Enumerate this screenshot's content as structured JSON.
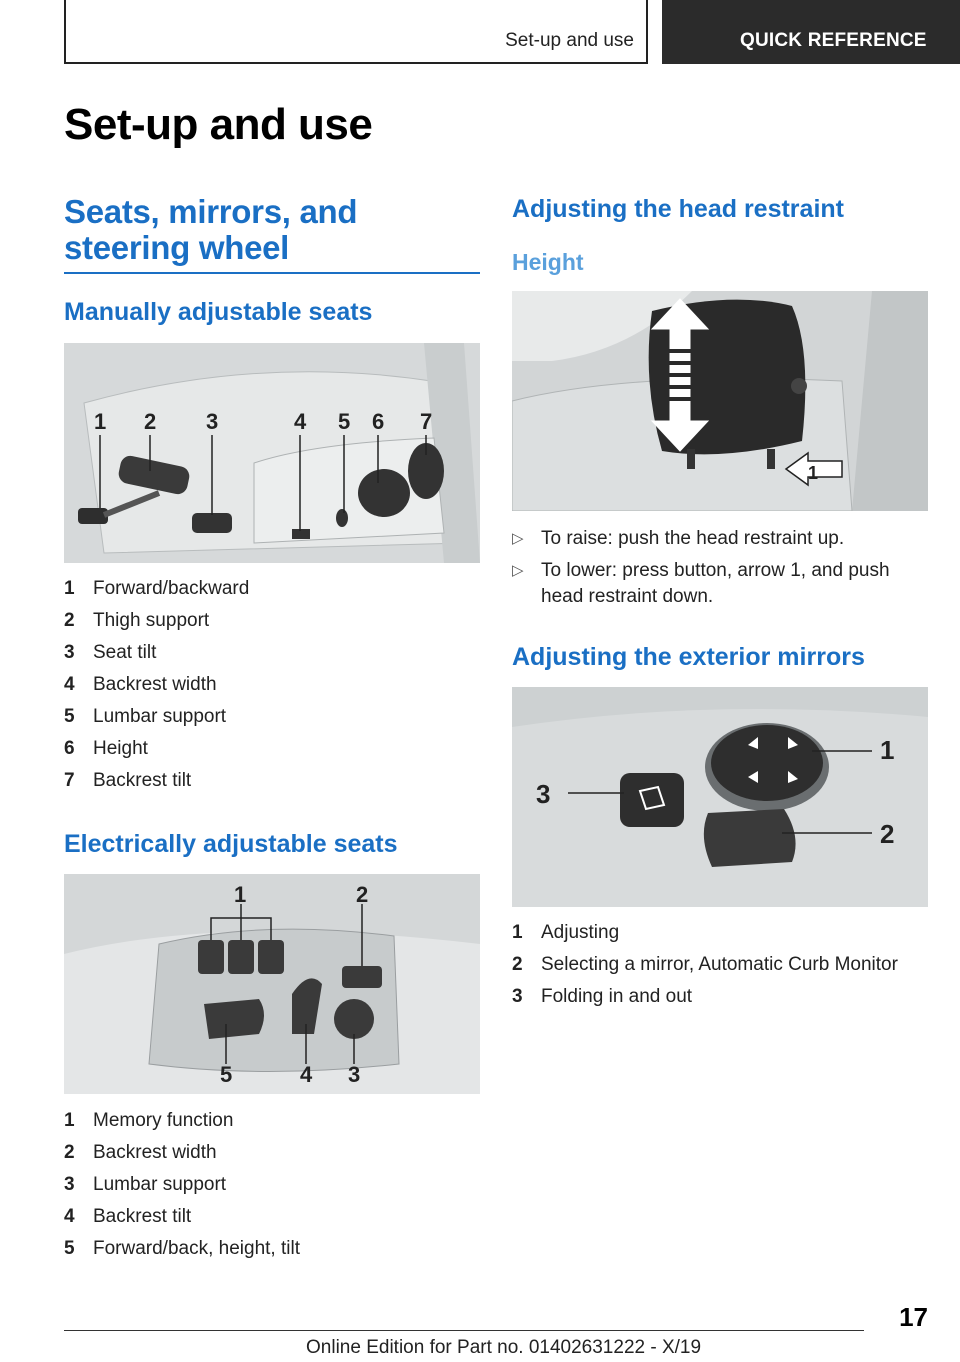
{
  "header": {
    "section": "Set-up and use",
    "tab": "QUICK REFERENCE"
  },
  "title": "Set-up and use",
  "left": {
    "heading": "Seats, mirrors, and steering wheel",
    "manual": {
      "heading": "Manually adjustable seats",
      "callouts": [
        "1",
        "2",
        "3",
        "4",
        "5",
        "6",
        "7"
      ],
      "items": [
        {
          "n": "1",
          "t": "Forward/backward"
        },
        {
          "n": "2",
          "t": "Thigh support"
        },
        {
          "n": "3",
          "t": "Seat tilt"
        },
        {
          "n": "4",
          "t": "Backrest width"
        },
        {
          "n": "5",
          "t": "Lumbar support"
        },
        {
          "n": "6",
          "t": "Height"
        },
        {
          "n": "7",
          "t": "Backrest tilt"
        }
      ]
    },
    "electric": {
      "heading": "Electrically adjustable seats",
      "callouts": [
        "1",
        "2",
        "5",
        "4",
        "3"
      ],
      "items": [
        {
          "n": "1",
          "t": "Memory function"
        },
        {
          "n": "2",
          "t": "Backrest width"
        },
        {
          "n": "3",
          "t": "Lumbar support"
        },
        {
          "n": "4",
          "t": "Backrest tilt"
        },
        {
          "n": "5",
          "t": "Forward/back, height, tilt"
        }
      ]
    }
  },
  "right": {
    "head_restraint": {
      "heading": "Adjusting the head restraint",
      "subheading": "Height",
      "callout": "1",
      "bullets": [
        "To raise: push the head restraint up.",
        "To lower: press button, arrow 1, and push head restraint down."
      ]
    },
    "mirrors": {
      "heading": "Adjusting the exterior mirrors",
      "callouts": [
        "1",
        "2",
        "3"
      ],
      "items": [
        {
          "n": "1",
          "t": "Adjusting"
        },
        {
          "n": "2",
          "t": "Selecting a mirror, Automatic Curb Monitor"
        },
        {
          "n": "3",
          "t": "Folding in and out"
        }
      ]
    }
  },
  "footer": {
    "page": "17",
    "edition": "Online Edition for Part no. 01402631222 - X/19"
  },
  "icons": {
    "bullet": "triangle-right-icon"
  }
}
